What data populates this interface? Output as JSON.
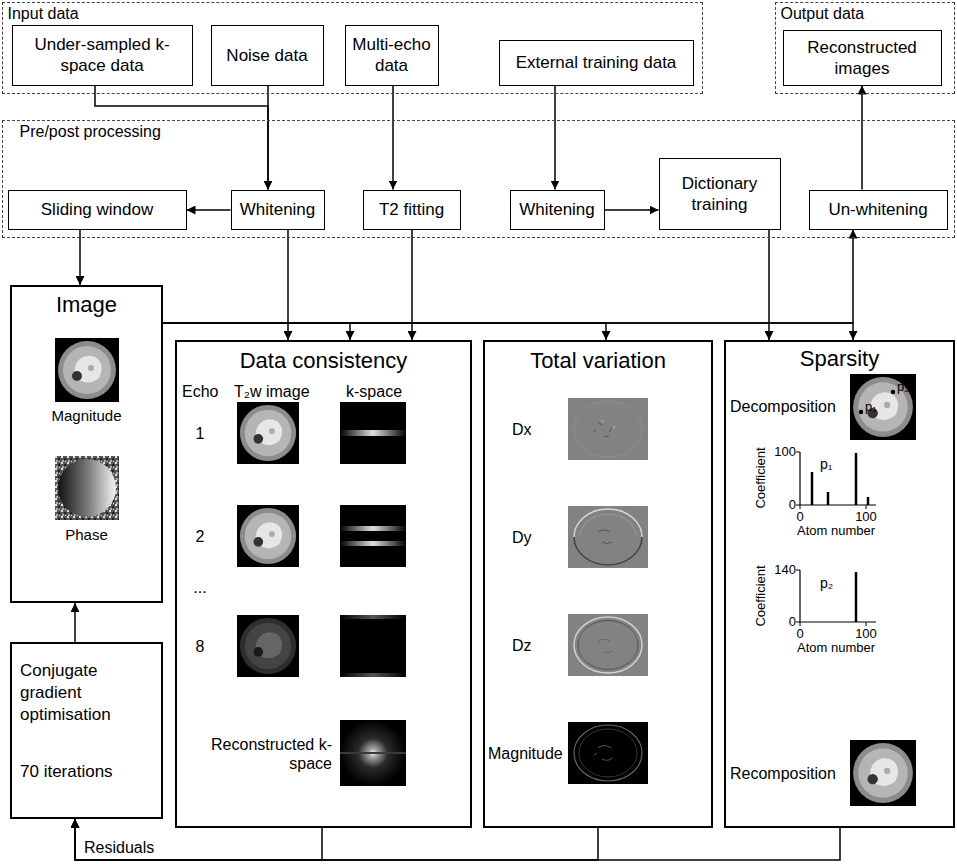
{
  "diagram": {
    "nodes": [
      {
        "text": [
          "Input data"
        ]
      },
      {
        "text": [
          "Under-sampled k-space data"
        ],
        "in": 0
      },
      {
        "text": [
          "Noise data"
        ],
        "in": 0
      },
      {
        "text": [
          "Multi-echo data"
        ],
        "in": 0
      },
      {
        "text": [
          "External training data"
        ],
        "in": 0
      },
      {
        "text": [
          "Output data"
        ]
      },
      {
        "text": [
          "Reconstructed images"
        ],
        "in": 5
      },
      {
        "text": [
          "Pre/post processing"
        ]
      },
      {
        "text": [
          "Sliding window"
        ],
        "in": 7
      },
      {
        "text": [
          "Whitening"
        ],
        "in": 7
      },
      {
        "text": [
          "T2 fitting"
        ],
        "in": 7
      },
      {
        "text": [
          "Whitening"
        ],
        "in": 7
      },
      {
        "text": [
          "Dictionary training"
        ],
        "in": 7
      },
      {
        "text": [
          "Un-whitening"
        ],
        "in": 7
      },
      {
        "text": [
          "Image",
          "Magnitude",
          "Phase"
        ]
      },
      {
        "text": [
          "Data consistency",
          "Echo",
          "T₂w image",
          "k-space",
          "1",
          "2",
          "...",
          "8",
          "Reconstructed k-space"
        ]
      },
      {
        "text": [
          "Total variation",
          "Dx",
          "Dy",
          "Dz",
          "Magnitude"
        ]
      },
      {
        "text": [
          "Sparsity",
          "Decomposition",
          "Recomposition"
        ]
      },
      {
        "text": [
          "Conjugate gradient optimisation",
          "70 iterations"
        ]
      }
    ],
    "edges": [
      {
        "from": 1,
        "to": 9,
        "arrow": "to"
      },
      {
        "from": 2,
        "to": 9,
        "arrow": "to"
      },
      {
        "from": 3,
        "to": 10,
        "arrow": "to"
      },
      {
        "from": 4,
        "to": 11,
        "arrow": "to"
      },
      {
        "from": 9,
        "to": 8,
        "arrow": "to"
      },
      {
        "from": 11,
        "to": 12,
        "arrow": "to"
      },
      {
        "from": 8,
        "to": 14,
        "arrow": "to"
      },
      {
        "from": 9,
        "to": 15,
        "arrow": "to"
      },
      {
        "from": 10,
        "to": 15,
        "arrow": "to"
      },
      {
        "from": 14,
        "to": 15,
        "arrow": "to"
      },
      {
        "from": 14,
        "to": 16,
        "arrow": "to"
      },
      {
        "from": 14,
        "to": 17,
        "arrow": "to"
      },
      {
        "from": 14,
        "to": 13,
        "arrow": "to"
      },
      {
        "from": 12,
        "to": 17,
        "arrow": "to"
      },
      {
        "from": 13,
        "to": 6,
        "arrow": "to"
      },
      {
        "from": 15,
        "to": 18,
        "arrow": "to"
      },
      {
        "from": 16,
        "to": 18,
        "arrow": "to"
      },
      {
        "from": 17,
        "to": 18,
        "arrow": "to"
      },
      {
        "from": 18,
        "to": 14,
        "arrow": "to"
      }
    ],
    "labels": [
      "p₁",
      "p₂",
      "Coefficient",
      "100",
      "0",
      "0",
      "100",
      "Atom number",
      "p₁",
      "Coefficient",
      "140",
      "0",
      "0",
      "100",
      "Atom number",
      "p₂",
      "Residuals"
    ]
  }
}
